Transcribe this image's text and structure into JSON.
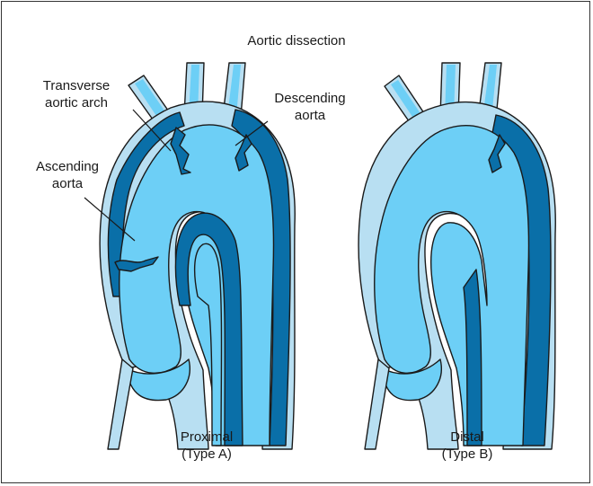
{
  "title": "Aortic dissection",
  "labels": {
    "transverse": [
      "Transverse",
      "aortic arch"
    ],
    "descending": [
      "Descending",
      "aorta"
    ],
    "ascending": [
      "Ascending",
      "aorta"
    ]
  },
  "captions": {
    "proximal": [
      "Proximal",
      "(Type A)"
    ],
    "distal": [
      "Distal",
      "(Type B)"
    ]
  },
  "colors": {
    "outline": "#1a1a1a",
    "wall": "#b8dff2",
    "lumen": "#6dcff6",
    "false_lumen": "#0a6fa8"
  }
}
